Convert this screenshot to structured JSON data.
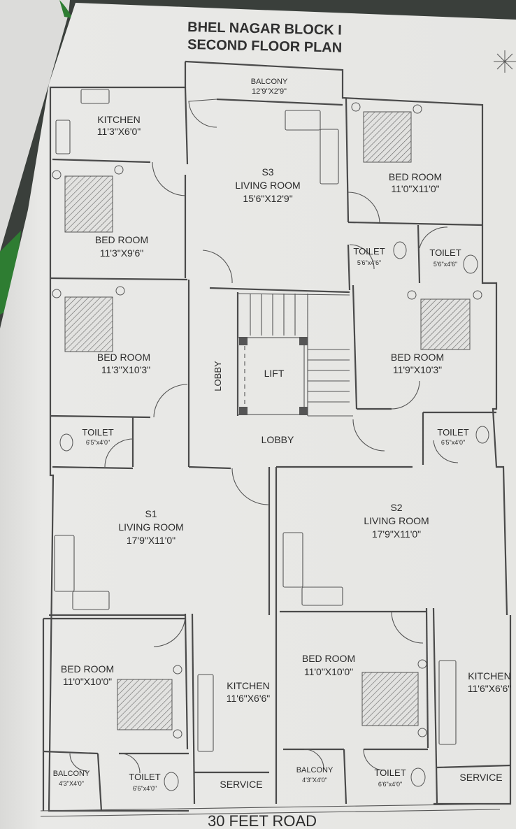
{
  "title": {
    "line1": "BHEL NAGAR BLOCK I",
    "line2": "SECOND FLOOR PLAN"
  },
  "road": "30 FEET ROAD",
  "rooms": {
    "balcony_top": {
      "name": "BALCONY",
      "dim": "12'9\"X2'9\""
    },
    "kitchen_s3": {
      "name": "KITCHEN",
      "dim": "11'3\"X6'0\""
    },
    "living_s3": {
      "unit": "S3",
      "name": "LIVING ROOM",
      "dim": "15'6\"X12'9\""
    },
    "bed_s3_right": {
      "name": "BED ROOM",
      "dim": "11'0\"X11'0\""
    },
    "bed_s3_left": {
      "name": "BED ROOM",
      "dim": "11'3\"X9'6\""
    },
    "toilet_s3_a": {
      "name": "TOILET",
      "dim": "5'6\"x4'6\""
    },
    "toilet_s3_b": {
      "name": "TOILET",
      "dim": "5'6\"x4'6\""
    },
    "bed_s1_upper": {
      "name": "BED ROOM",
      "dim": "11'3\"X10'3\""
    },
    "bed_s2_upper": {
      "name": "BED ROOM",
      "dim": "11'9\"X10'3\""
    },
    "lobby_vertical": {
      "name": "LOBBY"
    },
    "lift": {
      "name": "LIFT"
    },
    "lobby_main": {
      "name": "LOBBY"
    },
    "toilet_s1_upper": {
      "name": "TOILET",
      "dim": "6'5\"x4'0\""
    },
    "toilet_s2_upper": {
      "name": "TOILET",
      "dim": "6'5\"x4'0\""
    },
    "living_s1": {
      "unit": "S1",
      "name": "LIVING ROOM",
      "dim": "17'9\"X11'0\""
    },
    "living_s2": {
      "unit": "S2",
      "name": "LIVING ROOM",
      "dim": "17'9\"X11'0\""
    },
    "bed_s1_lower": {
      "name": "BED ROOM",
      "dim": "11'0\"X10'0\""
    },
    "kitchen_s1": {
      "name": "KITCHEN",
      "dim": "11'6\"X6'6\""
    },
    "bed_s2_lower": {
      "name": "BED ROOM",
      "dim": "11'0\"X10'0\""
    },
    "kitchen_s2": {
      "name": "KITCHEN",
      "dim": "11'6\"X6'6\""
    },
    "balcony_s1": {
      "name": "BALCONY",
      "dim": "4'3\"X4'0\""
    },
    "toilet_s1_lower": {
      "name": "TOILET",
      "dim": "6'6\"x4'0\""
    },
    "service_s1": {
      "name": "SERVICE"
    },
    "balcony_s2": {
      "name": "BALCONY",
      "dim": "4'3\"X4'0\""
    },
    "toilet_s2_lower": {
      "name": "TOILET",
      "dim": "6'6\"x4'0\""
    },
    "service_s2": {
      "name": "SERVICE"
    }
  },
  "colors": {
    "paper": "#e9e9e7",
    "ink": "#4a4a4a",
    "background": "#3a3f3b",
    "leaf": "#2e7d32"
  }
}
